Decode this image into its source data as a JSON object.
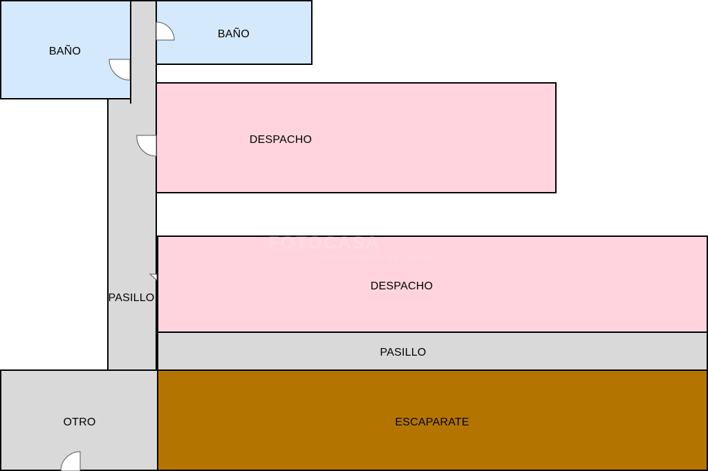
{
  "colors": {
    "bathroom": "#d4e9fc",
    "office": "#ffd4de",
    "corridor": "#d9d9d9",
    "other": "#d9d9d9",
    "showcase": "#b47500",
    "wall": "#000000",
    "door": "#555555"
  },
  "rooms": {
    "bano_1": "BAÑO",
    "bano_2": "BAÑO",
    "despacho_1": "DESPACHO",
    "despacho_2": "DESPACHO",
    "pasillo_vertical": "PASILLO",
    "pasillo_horizontal": "PASILLO",
    "otro": "OTRO",
    "escaparate": "ESCAPARATE"
  },
  "watermark": {
    "main": "FOTOCASA",
    "sub": "FRANCHISING NETWORK"
  }
}
